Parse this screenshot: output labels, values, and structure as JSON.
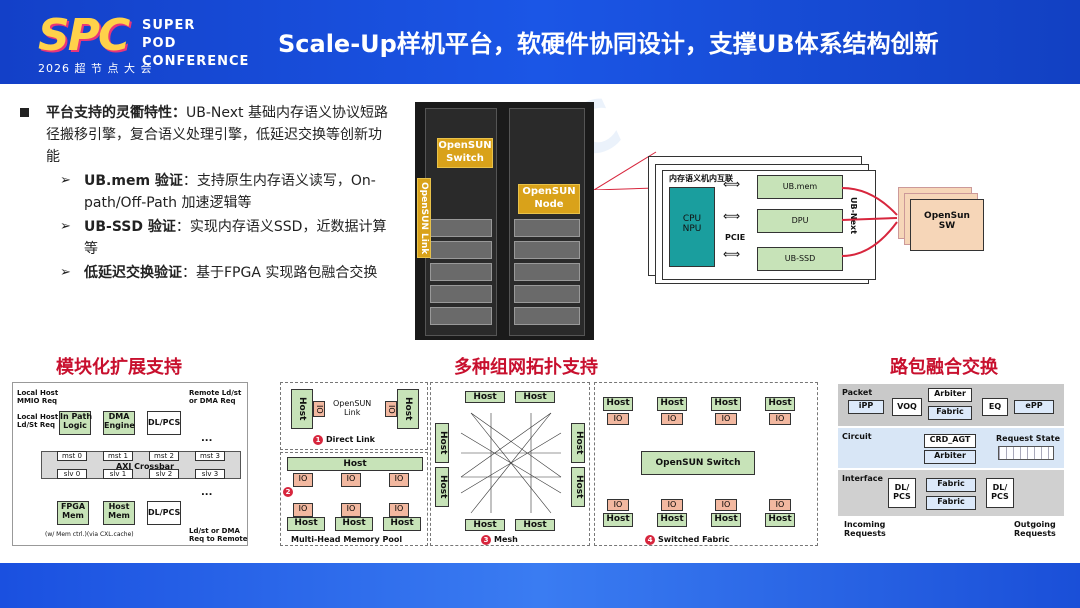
{
  "header": {
    "logo": "SPC",
    "logo_word1": "SUPER",
    "logo_word2": "POD",
    "logo_word3": "CONFERENCE",
    "logo_year": "2026 超 节 点 大 会",
    "title": "Scale-Up样机平台，软硬件协同设计，支撑UB体系结构创新"
  },
  "bullets": {
    "main_bold": "平台支持的灵衢特性：",
    "main_text": "UB-Next 基础内存语义协议短路径搬移引擎，复合语义处理引擎，低延迟交换等创新功能",
    "items": [
      {
        "bold": "UB.mem 验证",
        "text": "：支持原生内存语义读写，On-path/Off-Path 加速逻辑等"
      },
      {
        "bold": "UB-SSD 验证",
        "text": "：实现内存语义SSD，近数据计算等"
      },
      {
        "bold": "低延迟交换验证",
        "text": "：基于FPGA 实现路包融合交换"
      }
    ]
  },
  "photo": {
    "switch_label": "OpenSUN\nSwitch",
    "link_label": "OpenSUN Link",
    "node_label": "OpenSUN\nNode"
  },
  "node_diagram": {
    "title": "内存语义机内互联",
    "cpu": "CPU\nNPU",
    "pcie": "PCIE",
    "ubmem": "UB.mem",
    "dpu": "DPU",
    "ubssd": "UB-SSD",
    "ubnext": "UB-Next",
    "sw": "OpenSun\nSW"
  },
  "sections": {
    "s1": "模块化扩展支持",
    "s2": "多种组网拓扑支持",
    "s3": "路包融合交换"
  },
  "modular": {
    "local_host_mmio": "Local Host\nMMIO Req",
    "local_host_ld": "Local Host\nLd/St Req",
    "in_path": "In Path\nLogic",
    "dma": "DMA\nEngine",
    "dlpcs": "DL/PCS",
    "remote": "Remote Ld/st\nor DMA Req",
    "mst": [
      "mst 0",
      "mst 1",
      "mst 2",
      "mst 3"
    ],
    "crossbar": "AXI Crossbar",
    "slv": [
      "slv 0",
      "slv 1",
      "slv 2",
      "slv 3"
    ],
    "fpga_mem": "FPGA\nMem",
    "host_mem": "Host\nMem",
    "dlpcs2": "DL/PCS",
    "ld_dma_remote": "Ld/st or DMA\nReq to Remote",
    "note": "(w/ Mem ctrl.)(via CXL.cache)",
    "dots": "..."
  },
  "topo": {
    "host": "Host",
    "io": "IO",
    "opensun_link": "OpenSUN\nLink",
    "direct": "Direct Link",
    "pool": "Multi-Head Memory Pool",
    "mesh": "Mesh",
    "switched": "Switched Fabric",
    "switch": "OpenSUN Switch",
    "n1": "1",
    "n2": "2",
    "n3": "3",
    "n4": "4"
  },
  "fusion": {
    "packet": "Packet",
    "ipp": "iPP",
    "voq": "VOQ",
    "arbiter": "Arbiter",
    "fabric": "Fabric",
    "eq": "EQ",
    "epp": "ePP",
    "circuit": "Circuit",
    "crd": "CRD_AGT",
    "arbiter2": "Arbiter",
    "req_state": "Request State",
    "interface": "Interface",
    "dlpcs": "DL/\nPCS",
    "incoming": "Incoming\nRequests",
    "outgoing": "Outgoing\nRequests"
  }
}
